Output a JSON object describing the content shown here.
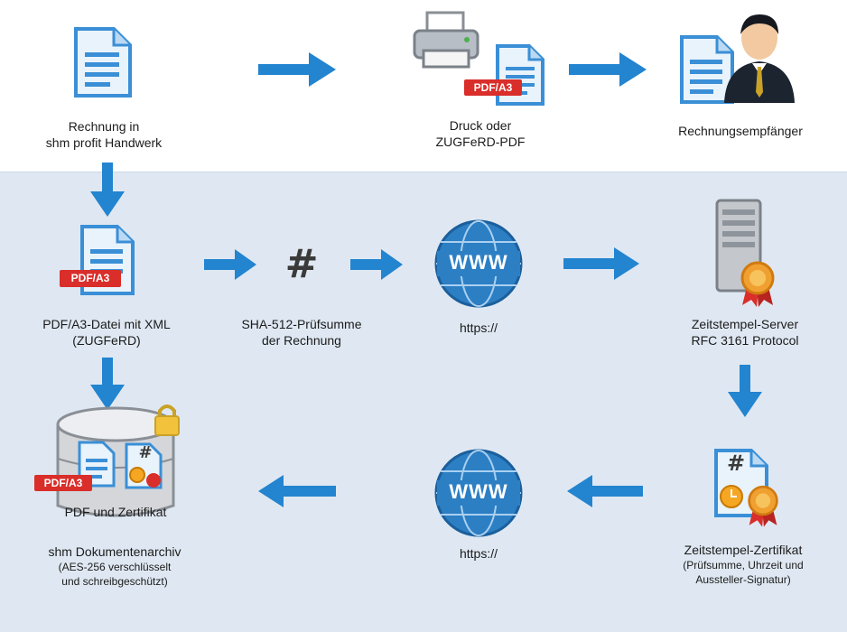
{
  "nodes": {
    "invoice": {
      "label_lines": [
        "Rechnung in",
        "shm profit Handwerk"
      ]
    },
    "print": {
      "label_lines": [
        "Druck oder",
        "ZUGFeRD-PDF"
      ],
      "badge": "PDF/A3"
    },
    "recipient": {
      "label_lines": [
        "Rechnungsempfänger"
      ]
    },
    "pdfa3": {
      "label_lines": [
        "PDF/A3-Datei mit XML",
        "(ZUGFeRD)"
      ],
      "badge": "PDF/A3"
    },
    "hash": {
      "label_lines": [
        "SHA-512-Prüfsumme",
        "der Rechnung"
      ],
      "symbol": "#"
    },
    "www1": {
      "label_lines": [
        "https://"
      ],
      "globe_text": "WWW"
    },
    "tsserver": {
      "label_lines": [
        "Zeitstempel-Server",
        "RFC 3161 Protocol"
      ]
    },
    "tscert": {
      "label_lines": [
        "Zeitstempel-Zertifikat"
      ],
      "sub_lines": [
        "(Prüfsumme, Uhrzeit und",
        "Aussteller-Signatur)"
      ],
      "symbol": "#"
    },
    "www2": {
      "label_lines": [
        "https://"
      ],
      "globe_text": "WWW"
    },
    "archive": {
      "inner_label": "PDF und Zertifikat",
      "label_lines": [
        "shm Dokumentenarchiv"
      ],
      "sub_lines": [
        "(AES-256 verschlüsselt",
        "und schreibgeschützt)"
      ],
      "badge": "PDF/A3",
      "symbol": "#"
    }
  },
  "colors": {
    "arrow": "#2384d0",
    "panel": "#dfe8f2",
    "badge": "#d92e2a",
    "doc": "#3a8fd6"
  }
}
